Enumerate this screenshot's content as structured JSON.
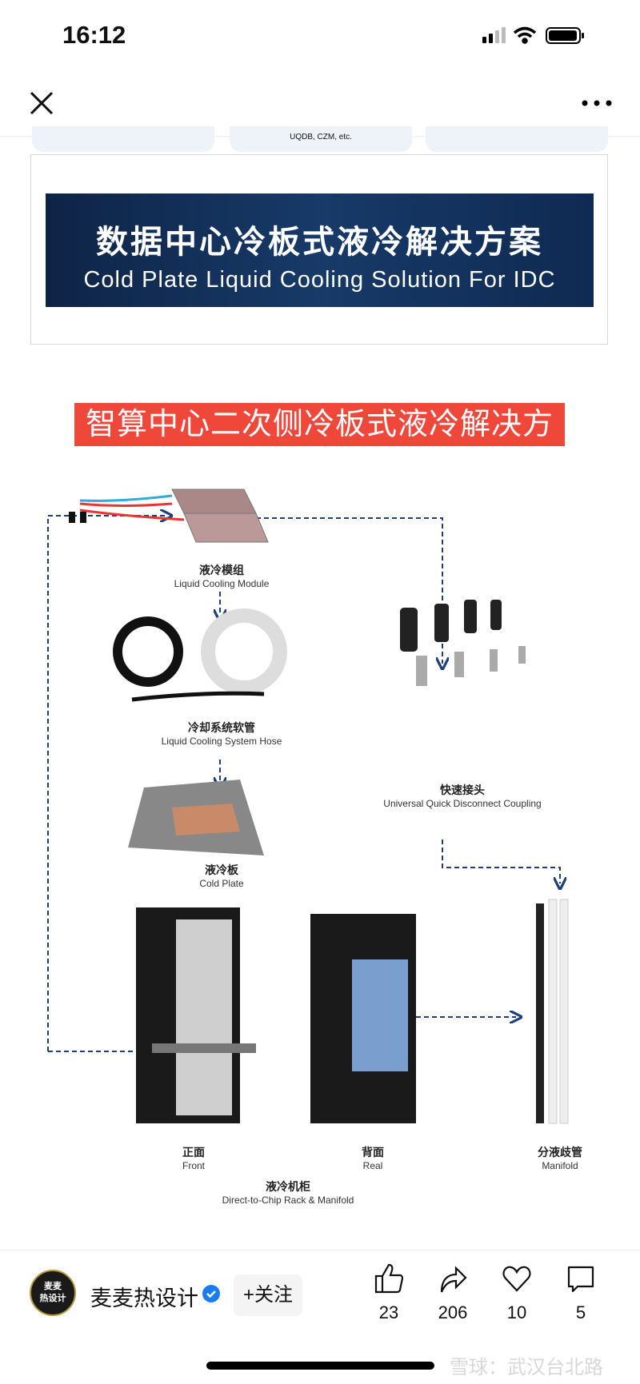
{
  "status_bar": {
    "time": "16:12"
  },
  "nav": {
    "close_icon": "close-icon",
    "more_icon": "more-icon"
  },
  "cards_text": "UQDB, CZM, etc.",
  "banner": {
    "title_cn": "数据中心冷板式液冷解决方案",
    "title_en": "Cold Plate Liquid Cooling Solution For IDC"
  },
  "section_title": "智算中心二次侧冷板式液冷解决方案",
  "diagram": {
    "module": {
      "cn": "液冷模组",
      "en": "Liquid Cooling Module"
    },
    "hose": {
      "cn": "冷却系统软管",
      "en": "Liquid Cooling System Hose"
    },
    "plate": {
      "cn": "液冷板",
      "en": "Cold Plate"
    },
    "coupling": {
      "cn": "快速接头",
      "en": "Universal Quick Disconnect Coupling"
    },
    "front": {
      "cn": "正面",
      "en": "Front"
    },
    "rear": {
      "cn": "背面",
      "en": "Real"
    },
    "manifold": {
      "cn": "分液歧管",
      "en": "Manifold"
    },
    "rack": {
      "cn": "液冷机柜",
      "en": "Direct-to-Chip Rack & Manifold"
    }
  },
  "author": {
    "avatar_text_1": "麦麦",
    "avatar_text_2": "热设计",
    "name": "麦麦热设计",
    "follow_label": "+关注"
  },
  "actions": {
    "likes": "23",
    "shares": "206",
    "favorites": "10",
    "comments": "5"
  },
  "watermark": "雪球：武汉台北路",
  "colors": {
    "banner": "#0e2446",
    "red": "#f0473b",
    "dash": "#1e3f7a",
    "verified": "#1a7cf0"
  }
}
